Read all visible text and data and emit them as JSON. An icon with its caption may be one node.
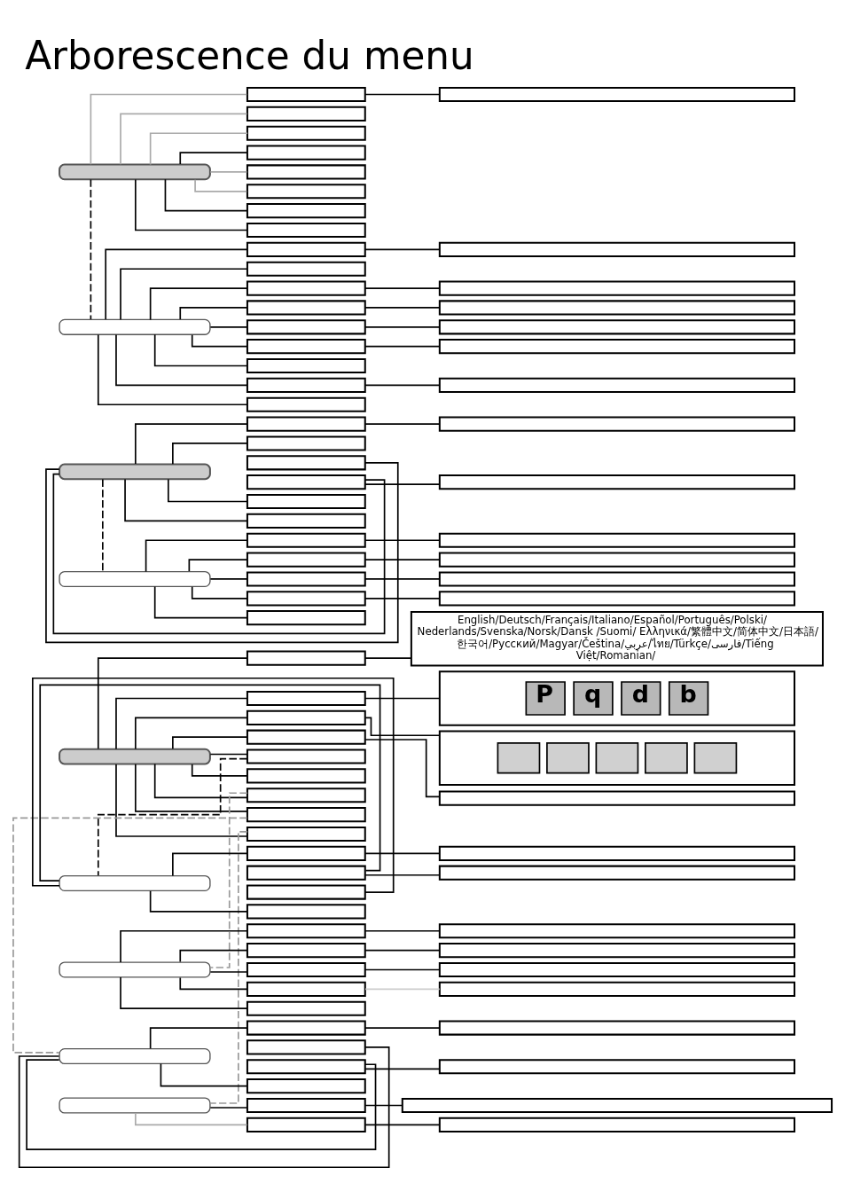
{
  "diagram": {
    "title": "Arborescence du menu",
    "nodes": [
      {
        "text": [],
        "shape": "pill"
      },
      {
        "text": [],
        "shape": "box"
      },
      {
        "text": [],
        "shape": "box"
      },
      {
        "text": [],
        "shape": "box"
      },
      {
        "text": [],
        "shape": "box"
      },
      {
        "text": [],
        "shape": "box"
      },
      {
        "text": [],
        "shape": "box"
      },
      {
        "text": [],
        "shape": "box"
      },
      {
        "text": [],
        "shape": "box"
      },
      {
        "text": [],
        "shape": "box"
      },
      {
        "text": [],
        "shape": "pill"
      },
      {
        "text": [],
        "shape": "box"
      },
      {
        "text": [],
        "shape": "box"
      },
      {
        "text": [],
        "shape": "box"
      },
      {
        "text": [],
        "shape": "box"
      },
      {
        "text": [],
        "shape": "box"
      },
      {
        "text": [],
        "shape": "box"
      },
      {
        "text": [],
        "shape": "box"
      },
      {
        "text": [],
        "shape": "box"
      },
      {
        "text": [],
        "shape": "box"
      },
      {
        "text": [],
        "shape": "box"
      },
      {
        "text": [],
        "shape": "box"
      },
      {
        "text": [],
        "shape": "box"
      },
      {
        "text": [],
        "shape": "box"
      },
      {
        "text": [],
        "shape": "box"
      },
      {
        "text": [],
        "shape": "box"
      },
      {
        "text": [],
        "shape": "pill"
      },
      {
        "text": [],
        "shape": "box"
      },
      {
        "text": [],
        "shape": "box"
      },
      {
        "text": [],
        "shape": "box"
      },
      {
        "text": [],
        "shape": "box"
      },
      {
        "text": [],
        "shape": "box"
      },
      {
        "text": [],
        "shape": "box"
      },
      {
        "text": [],
        "shape": "box"
      },
      {
        "text": [],
        "shape": "box"
      },
      {
        "text": [],
        "shape": "pill"
      },
      {
        "text": [],
        "shape": "box"
      },
      {
        "text": [],
        "shape": "box"
      },
      {
        "text": [],
        "shape": "box"
      },
      {
        "text": [],
        "shape": "box"
      },
      {
        "text": [],
        "shape": "box"
      },
      {
        "text": [],
        "shape": "box"
      },
      {
        "text": [],
        "shape": "box"
      },
      {
        "text": [],
        "shape": "box"
      },
      {
        "text": [],
        "shape": "box"
      },
      {
        "text": [],
        "shape": "pill"
      },
      {
        "text": [],
        "shape": "box"
      },
      {
        "text": [
          "English/Deutsch/Français/Italiano/Español/Português/Polski/ Nederlands/Svenska/Norsk/Dansk /Suomi/ Ελληνικά/繁體中文/简体中文/日本語/ 한국어/Русский/Magyar/Čeština/عربي/ไทย/Türkçe/فارسی/Tiếng Việt/Romanian/"
        ]
      },
      {
        "text": [],
        "shape": "box"
      },
      {
        "text": [
          "P",
          "q",
          "d",
          "b"
        ]
      },
      {
        "text": [],
        "shape": "box"
      },
      {
        "text": [],
        "shape": "box"
      },
      {
        "text": [],
        "shape": "box"
      },
      {
        "text": [],
        "shape": "box"
      },
      {
        "text": [],
        "shape": "box"
      },
      {
        "text": [],
        "shape": "box"
      },
      {
        "text": [],
        "shape": "box"
      },
      {
        "text": [],
        "shape": "box"
      },
      {
        "text": [],
        "shape": "box"
      },
      {
        "text": [],
        "shape": "pill"
      },
      {
        "text": [],
        "shape": "box"
      },
      {
        "text": [],
        "shape": "box"
      },
      {
        "text": [],
        "shape": "box"
      },
      {
        "text": [],
        "shape": "box"
      },
      {
        "text": [],
        "shape": "box"
      },
      {
        "text": [],
        "shape": "box"
      },
      {
        "text": [],
        "shape": "pill"
      },
      {
        "text": [],
        "shape": "box"
      },
      {
        "text": [],
        "shape": "box"
      },
      {
        "text": [],
        "shape": "box"
      },
      {
        "text": [],
        "shape": "box"
      },
      {
        "text": [],
        "shape": "box"
      },
      {
        "text": [],
        "shape": "box"
      },
      {
        "text": [],
        "shape": "box"
      },
      {
        "text": [],
        "shape": "box"
      },
      {
        "text": [],
        "shape": "box"
      },
      {
        "text": [],
        "shape": "pill"
      },
      {
        "text": [],
        "shape": "box"
      },
      {
        "text": [],
        "shape": "box"
      },
      {
        "text": [],
        "shape": "box"
      },
      {
        "text": [],
        "shape": "box"
      },
      {
        "text": [],
        "shape": "box"
      },
      {
        "text": [],
        "shape": "box"
      },
      {
        "text": [],
        "shape": "pill"
      },
      {
        "text": [],
        "shape": "box"
      },
      {
        "text": [],
        "shape": "box"
      },
      {
        "text": [],
        "shape": "box"
      },
      {
        "text": [],
        "shape": "box"
      }
    ],
    "edges": [
      {
        "from": 0,
        "to": 1,
        "arrow": "none",
        "color": "#aaaaaa"
      },
      {
        "from": 1,
        "to": 2,
        "arrow": "none"
      },
      {
        "from": 0,
        "to": 3,
        "arrow": "none",
        "color": "#aaaaaa"
      },
      {
        "from": 0,
        "to": 4,
        "arrow": "none",
        "color": "#aaaaaa"
      },
      {
        "from": 0,
        "to": 5,
        "arrow": "none"
      },
      {
        "from": 0,
        "to": 6,
        "arrow": "none",
        "color": "#aaaaaa"
      },
      {
        "from": 0,
        "to": 7,
        "arrow": "none",
        "color": "#aaaaaa"
      },
      {
        "from": 0,
        "to": 8,
        "arrow": "none"
      },
      {
        "from": 0,
        "to": 9,
        "arrow": "none"
      },
      {
        "from": 0,
        "to": 10,
        "arrow": "none",
        "style": "dashed"
      },
      {
        "from": 10,
        "to": 11,
        "arrow": "none"
      },
      {
        "from": 11,
        "to": 12,
        "arrow": "none"
      },
      {
        "from": 10,
        "to": 13,
        "arrow": "none"
      },
      {
        "from": 10,
        "to": 14,
        "arrow": "none"
      },
      {
        "from": 14,
        "to": 15,
        "arrow": "none"
      },
      {
        "from": 10,
        "to": 16,
        "arrow": "none"
      },
      {
        "from": 16,
        "to": 17,
        "arrow": "none"
      },
      {
        "from": 10,
        "to": 18,
        "arrow": "none"
      },
      {
        "from": 18,
        "to": 19,
        "arrow": "none"
      },
      {
        "from": 10,
        "to": 20,
        "arrow": "none"
      },
      {
        "from": 20,
        "to": 21,
        "arrow": "none"
      },
      {
        "from": 10,
        "to": 22,
        "arrow": "none"
      },
      {
        "from": 10,
        "to": 23,
        "arrow": "none"
      },
      {
        "from": 23,
        "to": 24,
        "arrow": "none"
      },
      {
        "from": 10,
        "to": 25,
        "arrow": "none"
      },
      {
        "from": 26,
        "to": 27,
        "arrow": "none"
      },
      {
        "from": 27,
        "to": 28,
        "arrow": "none"
      },
      {
        "from": 26,
        "to": 29,
        "arrow": "none"
      },
      {
        "from": 26,
        "to": 30,
        "arrow": "none"
      },
      {
        "from": 26,
        "to": 31,
        "arrow": "none"
      },
      {
        "from": 31,
        "to": 32,
        "arrow": "none"
      },
      {
        "from": 26,
        "to": 33,
        "arrow": "none"
      },
      {
        "from": 26,
        "to": 34,
        "arrow": "none"
      },
      {
        "from": 26,
        "to": 35,
        "arrow": "none",
        "style": "dashed"
      },
      {
        "from": 35,
        "to": 36,
        "arrow": "none"
      },
      {
        "from": 36,
        "to": 37,
        "arrow": "none"
      },
      {
        "from": 35,
        "to": 38,
        "arrow": "none"
      },
      {
        "from": 38,
        "to": 39,
        "arrow": "none"
      },
      {
        "from": 35,
        "to": 40,
        "arrow": "none"
      },
      {
        "from": 40,
        "to": 41,
        "arrow": "none"
      },
      {
        "from": 35,
        "to": 42,
        "arrow": "none"
      },
      {
        "from": 42,
        "to": 43,
        "arrow": "none"
      },
      {
        "from": 35,
        "to": 44,
        "arrow": "none"
      },
      {
        "from": 45,
        "to": 46,
        "arrow": "none"
      },
      {
        "from": 46,
        "to": 47,
        "arrow": "none"
      },
      {
        "from": 45,
        "to": 48,
        "arrow": "none"
      },
      {
        "from": 48,
        "to": 49,
        "arrow": "none"
      },
      {
        "from": 45,
        "to": 50,
        "arrow": "none"
      },
      {
        "from": 50,
        "to": 51,
        "arrow": "none"
      },
      {
        "from": 45,
        "to": 52,
        "arrow": "none"
      },
      {
        "from": 52,
        "to": 53,
        "arrow": "none"
      },
      {
        "from": 45,
        "to": 54,
        "arrow": "none"
      },
      {
        "from": 45,
        "to": 55,
        "arrow": "none"
      },
      {
        "from": 45,
        "to": 56,
        "arrow": "none"
      },
      {
        "from": 45,
        "to": 57,
        "arrow": "none"
      },
      {
        "from": 45,
        "to": 58,
        "arrow": "none"
      },
      {
        "from": 54,
        "to": 59,
        "arrow": "none",
        "style": "dashed"
      },
      {
        "from": 59,
        "to": 60,
        "arrow": "none"
      },
      {
        "from": 60,
        "to": 61,
        "arrow": "none"
      },
      {
        "from": 59,
        "to": 62,
        "arrow": "none"
      },
      {
        "from": 62,
        "to": 63,
        "arrow": "none"
      },
      {
        "from": 59,
        "to": 64,
        "arrow": "none"
      },
      {
        "from": 59,
        "to": 65,
        "arrow": "none"
      },
      {
        "from": 56,
        "to": 66,
        "arrow": "none",
        "style": "dashed",
        "color": "#999999"
      },
      {
        "from": 66,
        "to": 67,
        "arrow": "none"
      },
      {
        "from": 67,
        "to": 68,
        "arrow": "none"
      },
      {
        "from": 66,
        "to": 69,
        "arrow": "none"
      },
      {
        "from": 69,
        "to": 70,
        "arrow": "none"
      },
      {
        "from": 66,
        "to": 71,
        "arrow": "none"
      },
      {
        "from": 71,
        "to": 72,
        "arrow": "none"
      },
      {
        "from": 66,
        "to": 73,
        "arrow": "none"
      },
      {
        "from": 73,
        "to": 74,
        "arrow": "none",
        "color": "#cccccc"
      },
      {
        "from": 66,
        "to": 75,
        "arrow": "none"
      },
      {
        "from": 57,
        "to": 76,
        "arrow": "none",
        "style": "dashed",
        "color": "#999999"
      },
      {
        "from": 76,
        "to": 77,
        "arrow": "none"
      },
      {
        "from": 77,
        "to": 78,
        "arrow": "none"
      },
      {
        "from": 76,
        "to": 79,
        "arrow": "none"
      },
      {
        "from": 76,
        "to": 80,
        "arrow": "none"
      },
      {
        "from": 80,
        "to": 81,
        "arrow": "none"
      },
      {
        "from": 76,
        "to": 82,
        "arrow": "none"
      },
      {
        "from": 58,
        "to": 83,
        "arrow": "none",
        "style": "dashed",
        "color": "#999999"
      },
      {
        "from": 83,
        "to": 84,
        "arrow": "none"
      },
      {
        "from": 84,
        "to": 85,
        "arrow": "none"
      },
      {
        "from": 83,
        "to": 86,
        "arrow": "none",
        "color": "#aaaaaa"
      },
      {
        "from": 86,
        "to": 87,
        "arrow": "none"
      }
    ]
  }
}
